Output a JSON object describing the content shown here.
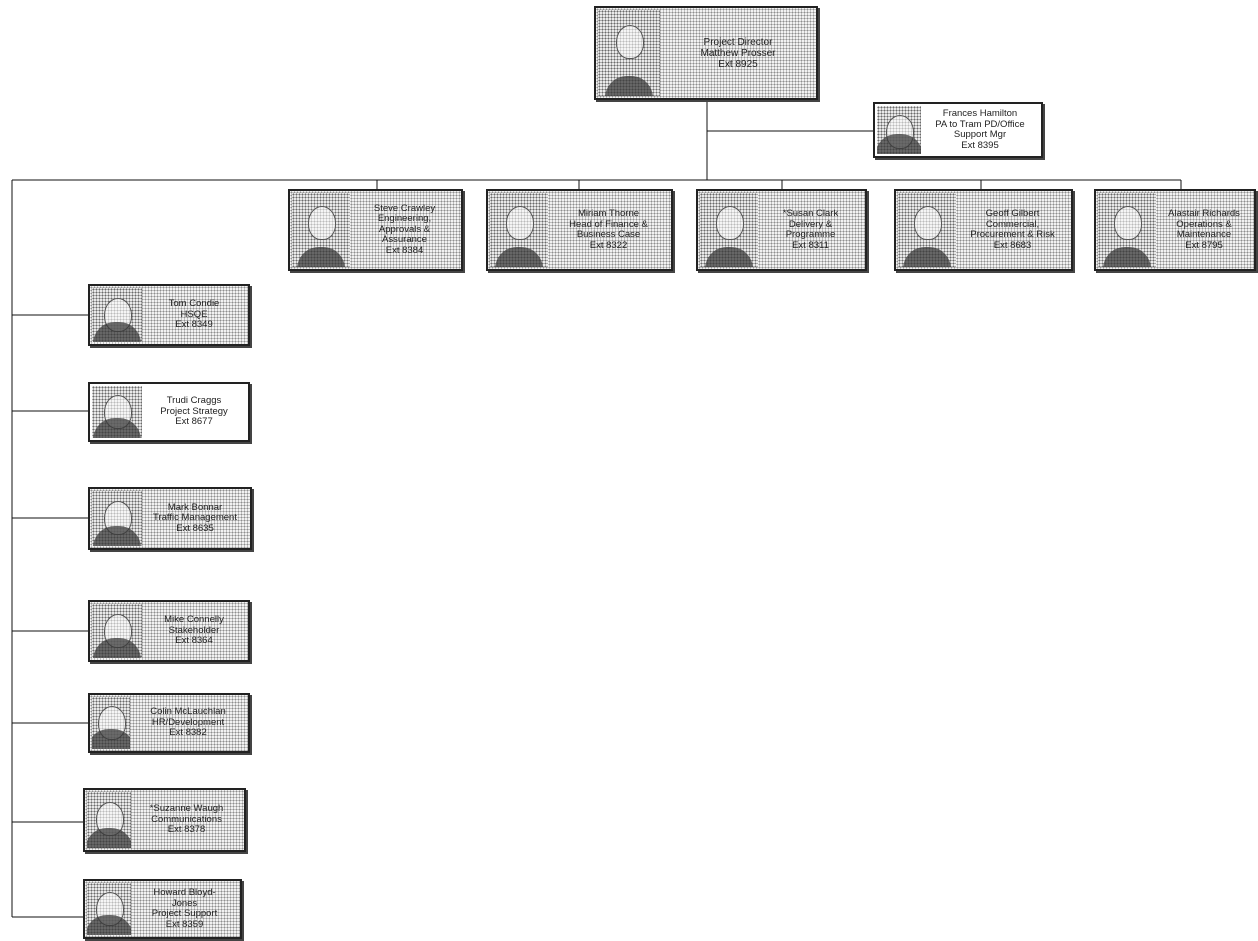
{
  "org_chart": {
    "director": {
      "lines": [
        "Project Director",
        "Matthew Prosser",
        "Ext 8925"
      ]
    },
    "assistant": {
      "lines": [
        "Frances Hamilton",
        "PA to Tram PD/Office",
        "Support Mgr",
        "Ext 8395"
      ]
    },
    "heads": [
      {
        "lines": [
          "Steve Crawley",
          "Engineering,",
          "Approvals &",
          "Assurance",
          "Ext 8384"
        ]
      },
      {
        "lines": [
          "Miriam Thorne",
          "Head of Finance &",
          "Business Case",
          "Ext 8322"
        ]
      },
      {
        "lines": [
          "*Susan Clark",
          "Delivery &",
          "Programme",
          "Ext 8311"
        ]
      },
      {
        "lines": [
          "Geoff Gilbert",
          "Commercial,",
          "Procurement & Risk",
          "Ext 8683"
        ]
      },
      {
        "lines": [
          "Alastair Richards",
          "Operations &",
          "Maintenance",
          "Ext 8795"
        ]
      }
    ],
    "staff": [
      {
        "lines": [
          "Tom Condie",
          "HSQE",
          "Ext 8349"
        ]
      },
      {
        "lines": [
          "Trudi Craggs",
          "Project Strategy",
          "Ext 8677"
        ]
      },
      {
        "lines": [
          "Mark Bonnar",
          "Traffic Management",
          "Ext 8635"
        ]
      },
      {
        "lines": [
          "Mike Connelly",
          "Stakeholder",
          "Ext 8364"
        ]
      },
      {
        "lines": [
          "Colin McLauchlan",
          "HR/Development",
          "Ext 8382"
        ]
      },
      {
        "lines": [
          "*Suzanne Waugh",
          "Communications",
          "Ext 8378"
        ]
      },
      {
        "lines": [
          "Howard Bloyd-",
          "Jones",
          "Project Support",
          "Ext 8359"
        ]
      }
    ]
  }
}
